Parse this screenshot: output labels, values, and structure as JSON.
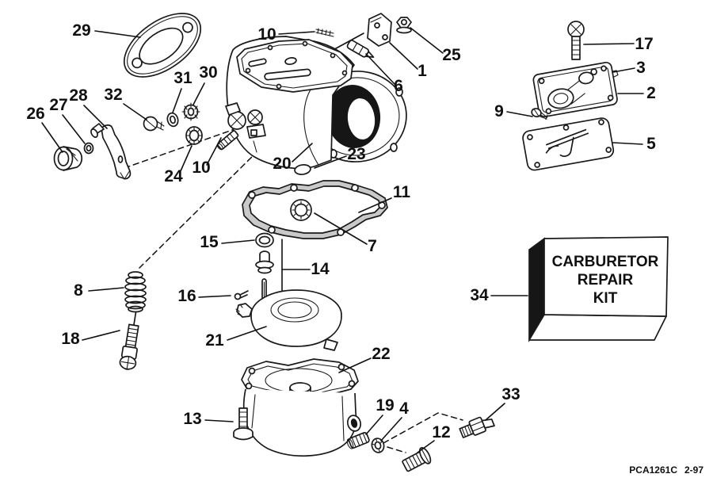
{
  "callouts": {
    "n29": "29",
    "n10a": "10",
    "n1": "1",
    "n25": "25",
    "n6": "6",
    "n17": "17",
    "n3": "3",
    "n2": "2",
    "n9": "9",
    "n5": "5",
    "n26": "26",
    "n27": "27",
    "n28": "28",
    "n32": "32",
    "n31": "31",
    "n30": "30",
    "n24": "24",
    "n10b": "10",
    "n20": "20",
    "n23": "23",
    "n11": "11",
    "n7": "7",
    "n15": "15",
    "n14": "14",
    "n16": "16",
    "n8": "8",
    "n18": "18",
    "n21": "21",
    "n22": "22",
    "n13": "13",
    "n19": "19",
    "n4": "4",
    "n12": "12",
    "n33": "33",
    "n34": "34"
  },
  "kit_box": {
    "line1": "CARBURETOR",
    "line2": "REPAIR",
    "line3": "KIT"
  },
  "footer": {
    "code": "PCA1261C",
    "date": "2-97"
  }
}
